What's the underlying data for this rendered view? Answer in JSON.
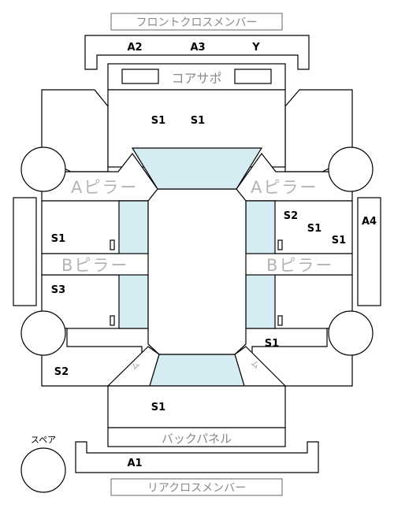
{
  "colors": {
    "glass": "#d6ecf3",
    "line": "#000000",
    "label_gray": "#8a8a8a",
    "pillar_text": "#b4b4b4"
  },
  "labels": {
    "front_cross_member": "フロントクロスメンバー",
    "core_support": "コアサポ",
    "a_pillar_left": "Aピラー",
    "a_pillar_right": "Aピラー",
    "b_pillar_left": "Bピラー",
    "b_pillar_right": "Bピラー",
    "back_panel": "バックパネル",
    "rear_cross_member": "リアクロスメンバー",
    "spare": "スペア",
    "curve_left": "ム",
    "curve_right": "ム"
  },
  "grades": {
    "front_a2": "A2",
    "front_a3": "A3",
    "front_y": "Y",
    "hood_1": "S1",
    "hood_2": "S1",
    "right_a4": "A4",
    "front_right_door_1": "S2",
    "front_right_door_2": "S1",
    "front_right_door_3": "S1",
    "front_left_door": "S1",
    "rear_left_door": "S3",
    "rear_left_fender": "S2",
    "rear_right_door": "S1",
    "trunk": "S1",
    "rear_a1": "A1"
  }
}
